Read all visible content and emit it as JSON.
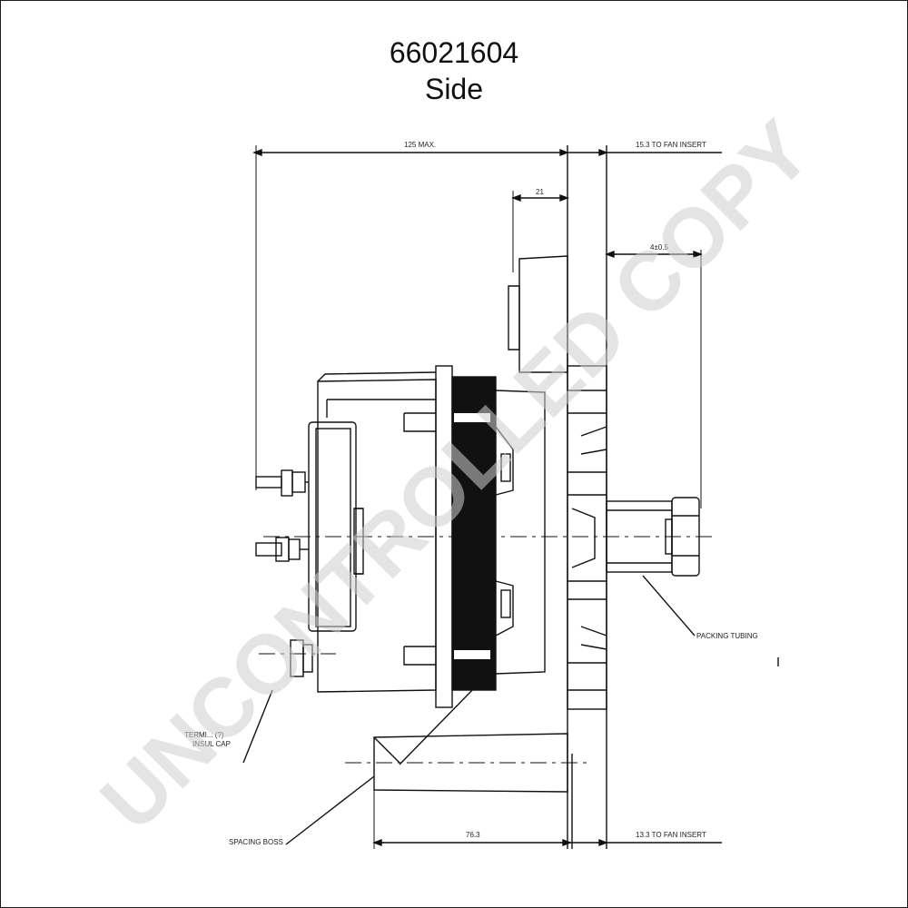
{
  "title": {
    "part_number": "66021604",
    "view": "Side"
  },
  "dimensions": {
    "overall_length": "125 MAX.",
    "to_fan_insert_top": "15.3 TO FAN INSERT",
    "flange_width": "21",
    "spacer": "4±0.5",
    "mount_length": "76.3",
    "to_fan_insert_bottom": "13.3 TO FAN INSERT"
  },
  "labels": {
    "packing_tubing": "PACKING TUBING",
    "terminal": "TERMI... (?)",
    "insul_cap": "INSUL CAP",
    "spacing_boss": "SPACING BOSS"
  },
  "watermark": "UNCONTROLLED COPY"
}
